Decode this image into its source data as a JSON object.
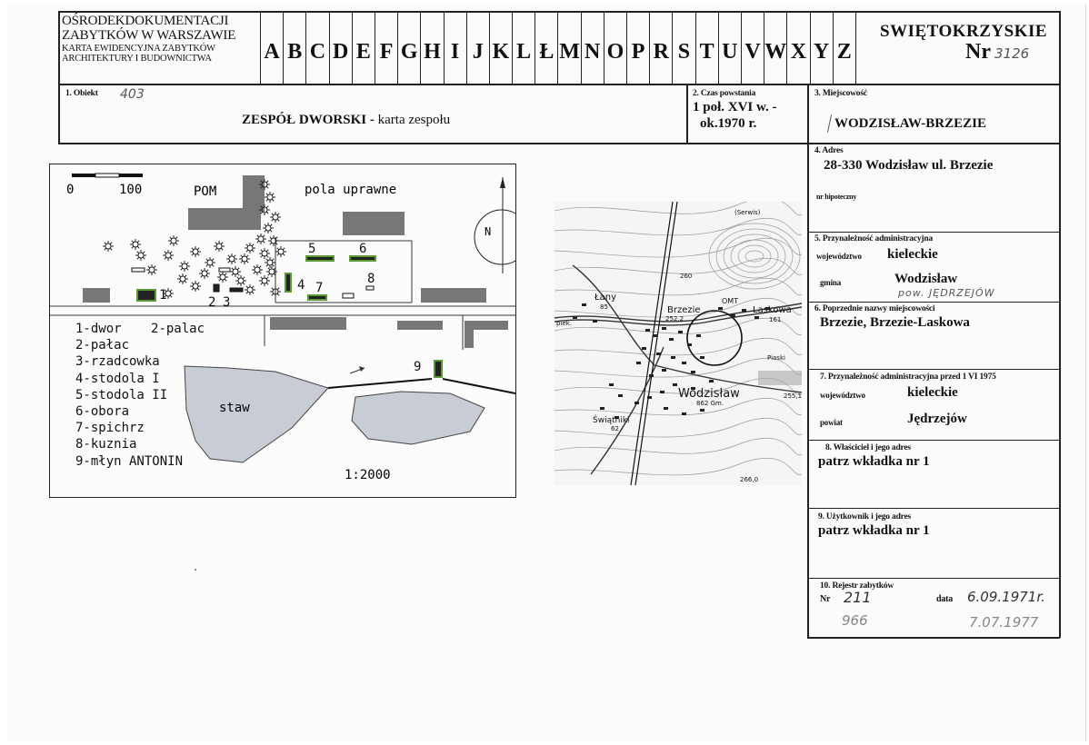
{
  "header": {
    "institution_line1": "OŚRODEKDOKUMENTACJI",
    "institution_line2": "ZABYTKÓW W WARSZAWIE",
    "institution_line3": "KARTA EWIDENCYJNA ZABYTKÓW",
    "institution_line4": "ARCHITEKTURY I BUDOWNICTWA",
    "letters": [
      "A",
      "B",
      "C",
      "D",
      "E",
      "F",
      "G",
      "H",
      "I",
      "J",
      "K",
      "L",
      "Ł",
      "M",
      "N",
      "O",
      "P",
      "R",
      "S",
      "T",
      "U",
      "V",
      "W",
      "X",
      "Y",
      "Z"
    ],
    "region": "SWIĘTOKRZYSKIE",
    "nr_label": "Nr",
    "nr_value": "3126"
  },
  "object": {
    "label": "1. Obiekt",
    "number": "403",
    "title_bold": "ZESPÓŁ DWORSKI -",
    "title_rest": "karta zespołu"
  },
  "period": {
    "label": "2. Czas powstania",
    "line1": "1 poł. XVI w. -",
    "line2": "ok.1970 r."
  },
  "locality": {
    "label": "3. Miejscowość",
    "value": "WODZISŁAW-BRZEZIE"
  },
  "address": {
    "label": "4. Adres",
    "value": "28-330 Wodzisław ul. Brzezie",
    "mortgage_label": "nr hipoteczny"
  },
  "admin": {
    "label": "5. Przynależność administracyjna",
    "voivodeship_label": "województwo",
    "voivodeship": "kieleckie",
    "gmina_label": "gmina",
    "gmina": "Wodzisław",
    "powiat_note": "pow. JĘDRZEJÓW"
  },
  "former_names": {
    "label": "6. Poprzednie nazwy miejscowości",
    "value": "Brzezie, Brzezie-Laskowa"
  },
  "admin_before": {
    "label": "7. Przynależność administracyjna przed 1 VI 1975",
    "voivodeship_label": "województwo",
    "voivodeship": "kieleckie",
    "powiat_label": "powiat",
    "powiat": "Jędrzejów"
  },
  "owner": {
    "label": "8. Właściciel i jego adres",
    "value": "patrz wkładka nr 1"
  },
  "user": {
    "label": "9. Użytkownik i jego adres",
    "value": "patrz wkładka nr 1"
  },
  "register": {
    "label": "10. Rejestr zabytków",
    "nr_label": "Nr",
    "nr_value": "211",
    "date_label": "data",
    "date_value": "6.09.1971r.",
    "nr_value2": "966",
    "date_value2": "7.07.1977"
  },
  "plan": {
    "scale_start": "0",
    "scale_end": "100",
    "pom": "POM",
    "fields": "pola uprawne",
    "north": "N",
    "pond": "staw",
    "ratio": "1:2000",
    "legend": [
      "1-dwor",
      "2-palac",
      "2-pałac",
      "3-rzadcowka",
      "4-stodola I",
      "5-stodola II",
      "6-obora",
      "7-spichrz",
      "8-kuznia",
      "9-młyn ANTONIN"
    ],
    "numbers": [
      "1",
      "2",
      "3",
      "4",
      "5",
      "6",
      "7",
      "8",
      "9"
    ]
  },
  "topo": {
    "labels": [
      "(Serwis)",
      "Łany",
      "85",
      "Brzezie",
      "OMT",
      "Laskowa",
      "252,2",
      "161",
      "Wodzisław",
      "862 Gm.",
      "Świątniki",
      "62",
      "Piaski",
      "266,0",
      "255,1",
      "piek.",
      "260"
    ]
  }
}
